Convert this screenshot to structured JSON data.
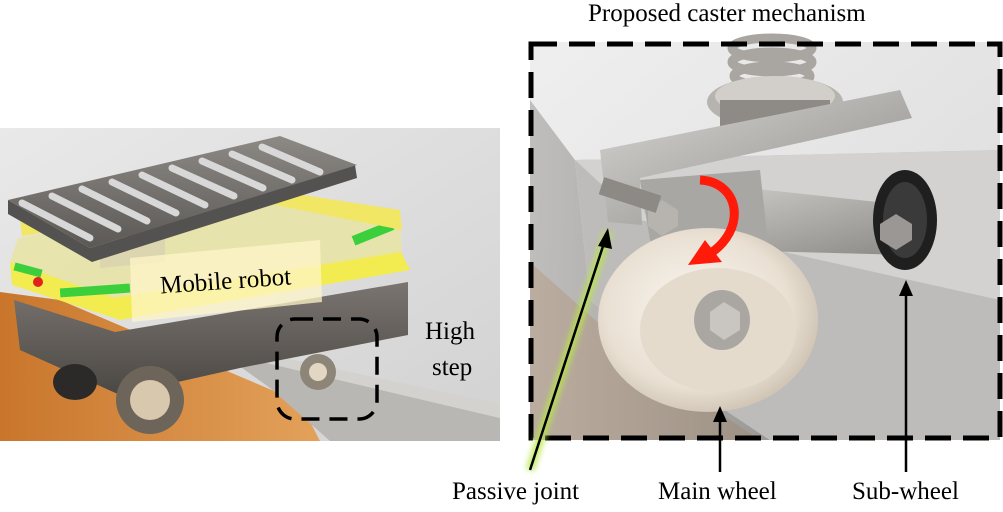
{
  "titles": {
    "panel_right": "Proposed caster mechanism"
  },
  "labels": {
    "robot": "Mobile robot",
    "step_line1": "High",
    "step_line2": "step",
    "passive_joint": "Passive joint",
    "main_wheel": "Main wheel",
    "sub_wheel": "Sub-wheel"
  },
  "colors": {
    "rotation_arrow": "#ff1a0a",
    "passive_joint_glow": "#b9e84a",
    "main_wheel_glow": "#e85a5a",
    "sub_wheel_glow": "#6a8fd8",
    "robot_trim_yellow": "#f3ec50",
    "robot_trim_green": "#3ccf3c",
    "floor_wood": "#d98a3a"
  }
}
